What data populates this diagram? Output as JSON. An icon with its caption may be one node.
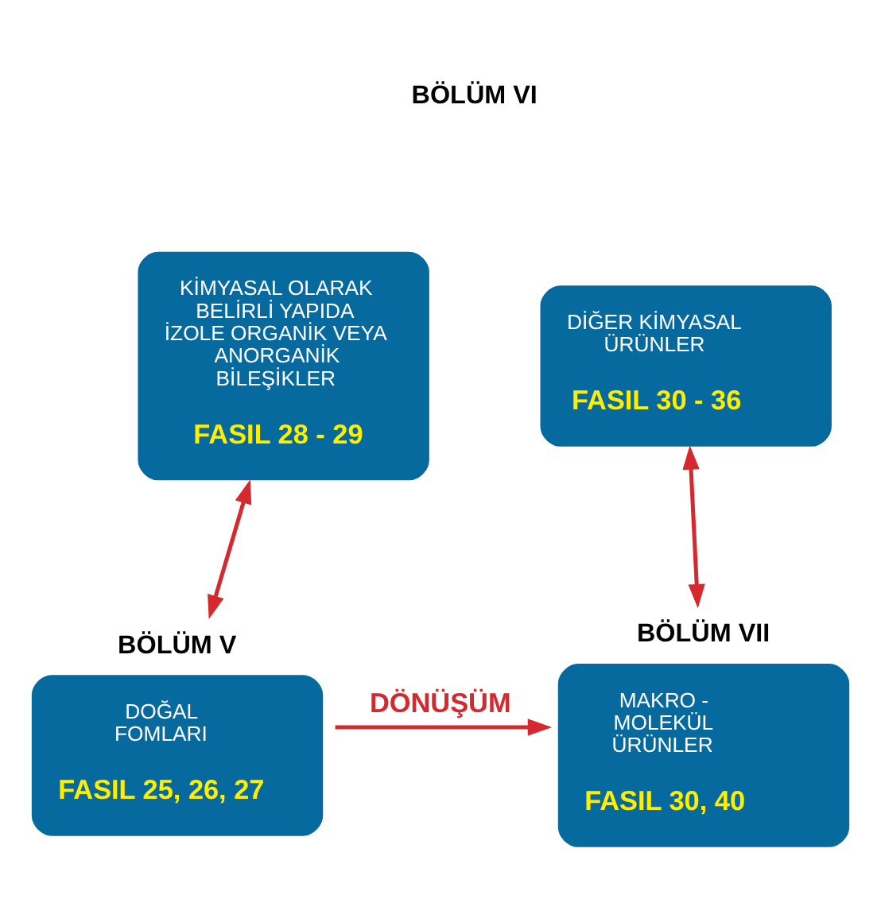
{
  "diagram": {
    "nodes": [
      {
        "text": [
          "KİMYASAL OLARAK BELİRLİ YAPIDA İZOLE ORGANİK VEYA ANORGANİK BİLEŞİKLER",
          "FASIL 28 - 29"
        ]
      },
      {
        "text": [
          "DİĞER KİMYASAL ÜRÜNLER",
          "FASIL 30 - 36"
        ]
      },
      {
        "text": [
          "BÖLÜM V",
          "DOĞAL FOMLARI",
          "FASIL 25, 26, 27"
        ]
      },
      {
        "text": [
          "BÖLÜM VII",
          "MAKRO - MOLEKÜL ÜRÜNLER",
          "FASIL 30, 40"
        ]
      }
    ],
    "edges": [
      {
        "from": 0,
        "to": 2,
        "arrow": "both"
      },
      {
        "from": 1,
        "to": 3,
        "arrow": "both"
      },
      {
        "from": 2,
        "to": 3,
        "arrow": "to",
        "label": "DÖNÜŞÜM"
      }
    ],
    "labels": [
      "BÖLÜM VI"
    ]
  }
}
